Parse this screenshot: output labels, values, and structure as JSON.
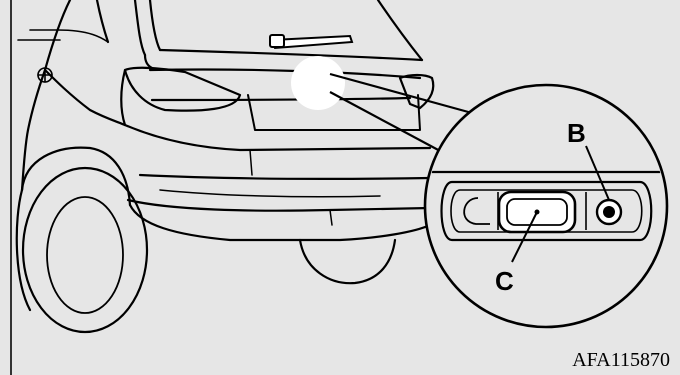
{
  "figure": {
    "code": "AFA115870",
    "callouts": {
      "b_label": "B",
      "c_label": "C"
    },
    "colors": {
      "background": "#e6e6e6",
      "line": "#000000",
      "highlight": "#ffffff",
      "border": "#333333"
    }
  }
}
